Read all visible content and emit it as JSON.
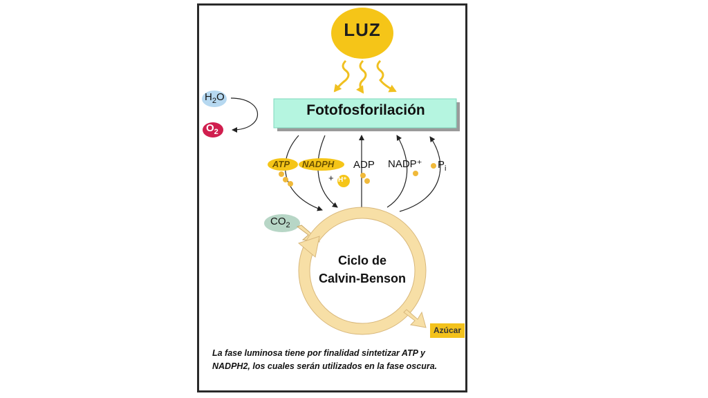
{
  "sun": {
    "label": "LUZ",
    "color": "#f5c518"
  },
  "process_box": {
    "label": "Fotofosforilación",
    "color": "#b5f5e0"
  },
  "molecules": {
    "water_main": "H",
    "water_sub": "2",
    "water_tail": "O",
    "oxygen_main": "O",
    "oxygen_sub": "2",
    "co2_main": "CO",
    "co2_sub": "2"
  },
  "products": {
    "atp": "ATP",
    "nadph": "NADPH",
    "plus": "+",
    "h_plus": "H⁺"
  },
  "inputs": {
    "adp": "ADP",
    "nadp": "NADP⁺",
    "pi_main": "P",
    "pi_sub": "i"
  },
  "cycle": {
    "line1": "Ciclo de",
    "line2": "Calvin-Benson",
    "color": "#f7dfa6"
  },
  "output": {
    "label": "Azúcar",
    "color": "#f3c21c"
  },
  "caption": "La fase luminosa tiene por finalidad sintetizar ATP y NADPH2, los cuales serán  utilizados en la fase oscura."
}
